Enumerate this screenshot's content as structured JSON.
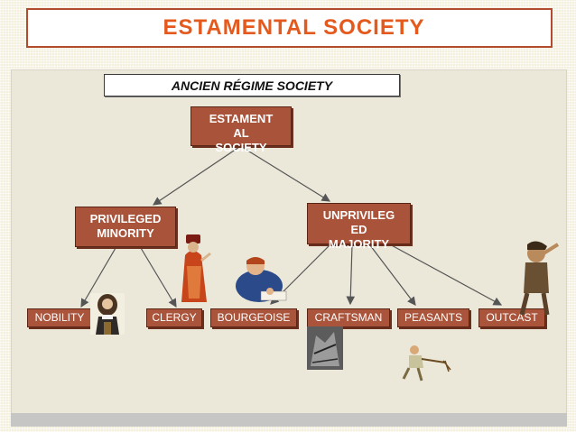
{
  "slide": {
    "title": "ESTAMENTAL SOCIETY"
  },
  "diagram": {
    "subtitle": "ANCIEN RÉGIME SOCIETY",
    "root": {
      "lines": [
        "ESTAMENT",
        "AL",
        "SOCIETY"
      ]
    },
    "branches": [
      {
        "id": "privileged",
        "lines": [
          "PRIVILEGED",
          "MINORITY"
        ]
      },
      {
        "id": "unprivileged",
        "lines": [
          "UNPRIVILEG",
          "ED",
          "MAJORITY"
        ]
      }
    ],
    "leaves": [
      {
        "id": "nobility",
        "label": "NOBILITY"
      },
      {
        "id": "clergy",
        "label": "CLERGY"
      },
      {
        "id": "bourgeoise",
        "label": "BOURGEOISE"
      },
      {
        "id": "craftsman",
        "label": "CRAFTSMAN"
      },
      {
        "id": "peasants",
        "label": "PEASANTS"
      },
      {
        "id": "outcast",
        "label": "OUTCAST"
      }
    ]
  },
  "colors": {
    "title": "#e45a1e",
    "node_fill": "#a8533a",
    "title_border": "#b34b2e"
  }
}
